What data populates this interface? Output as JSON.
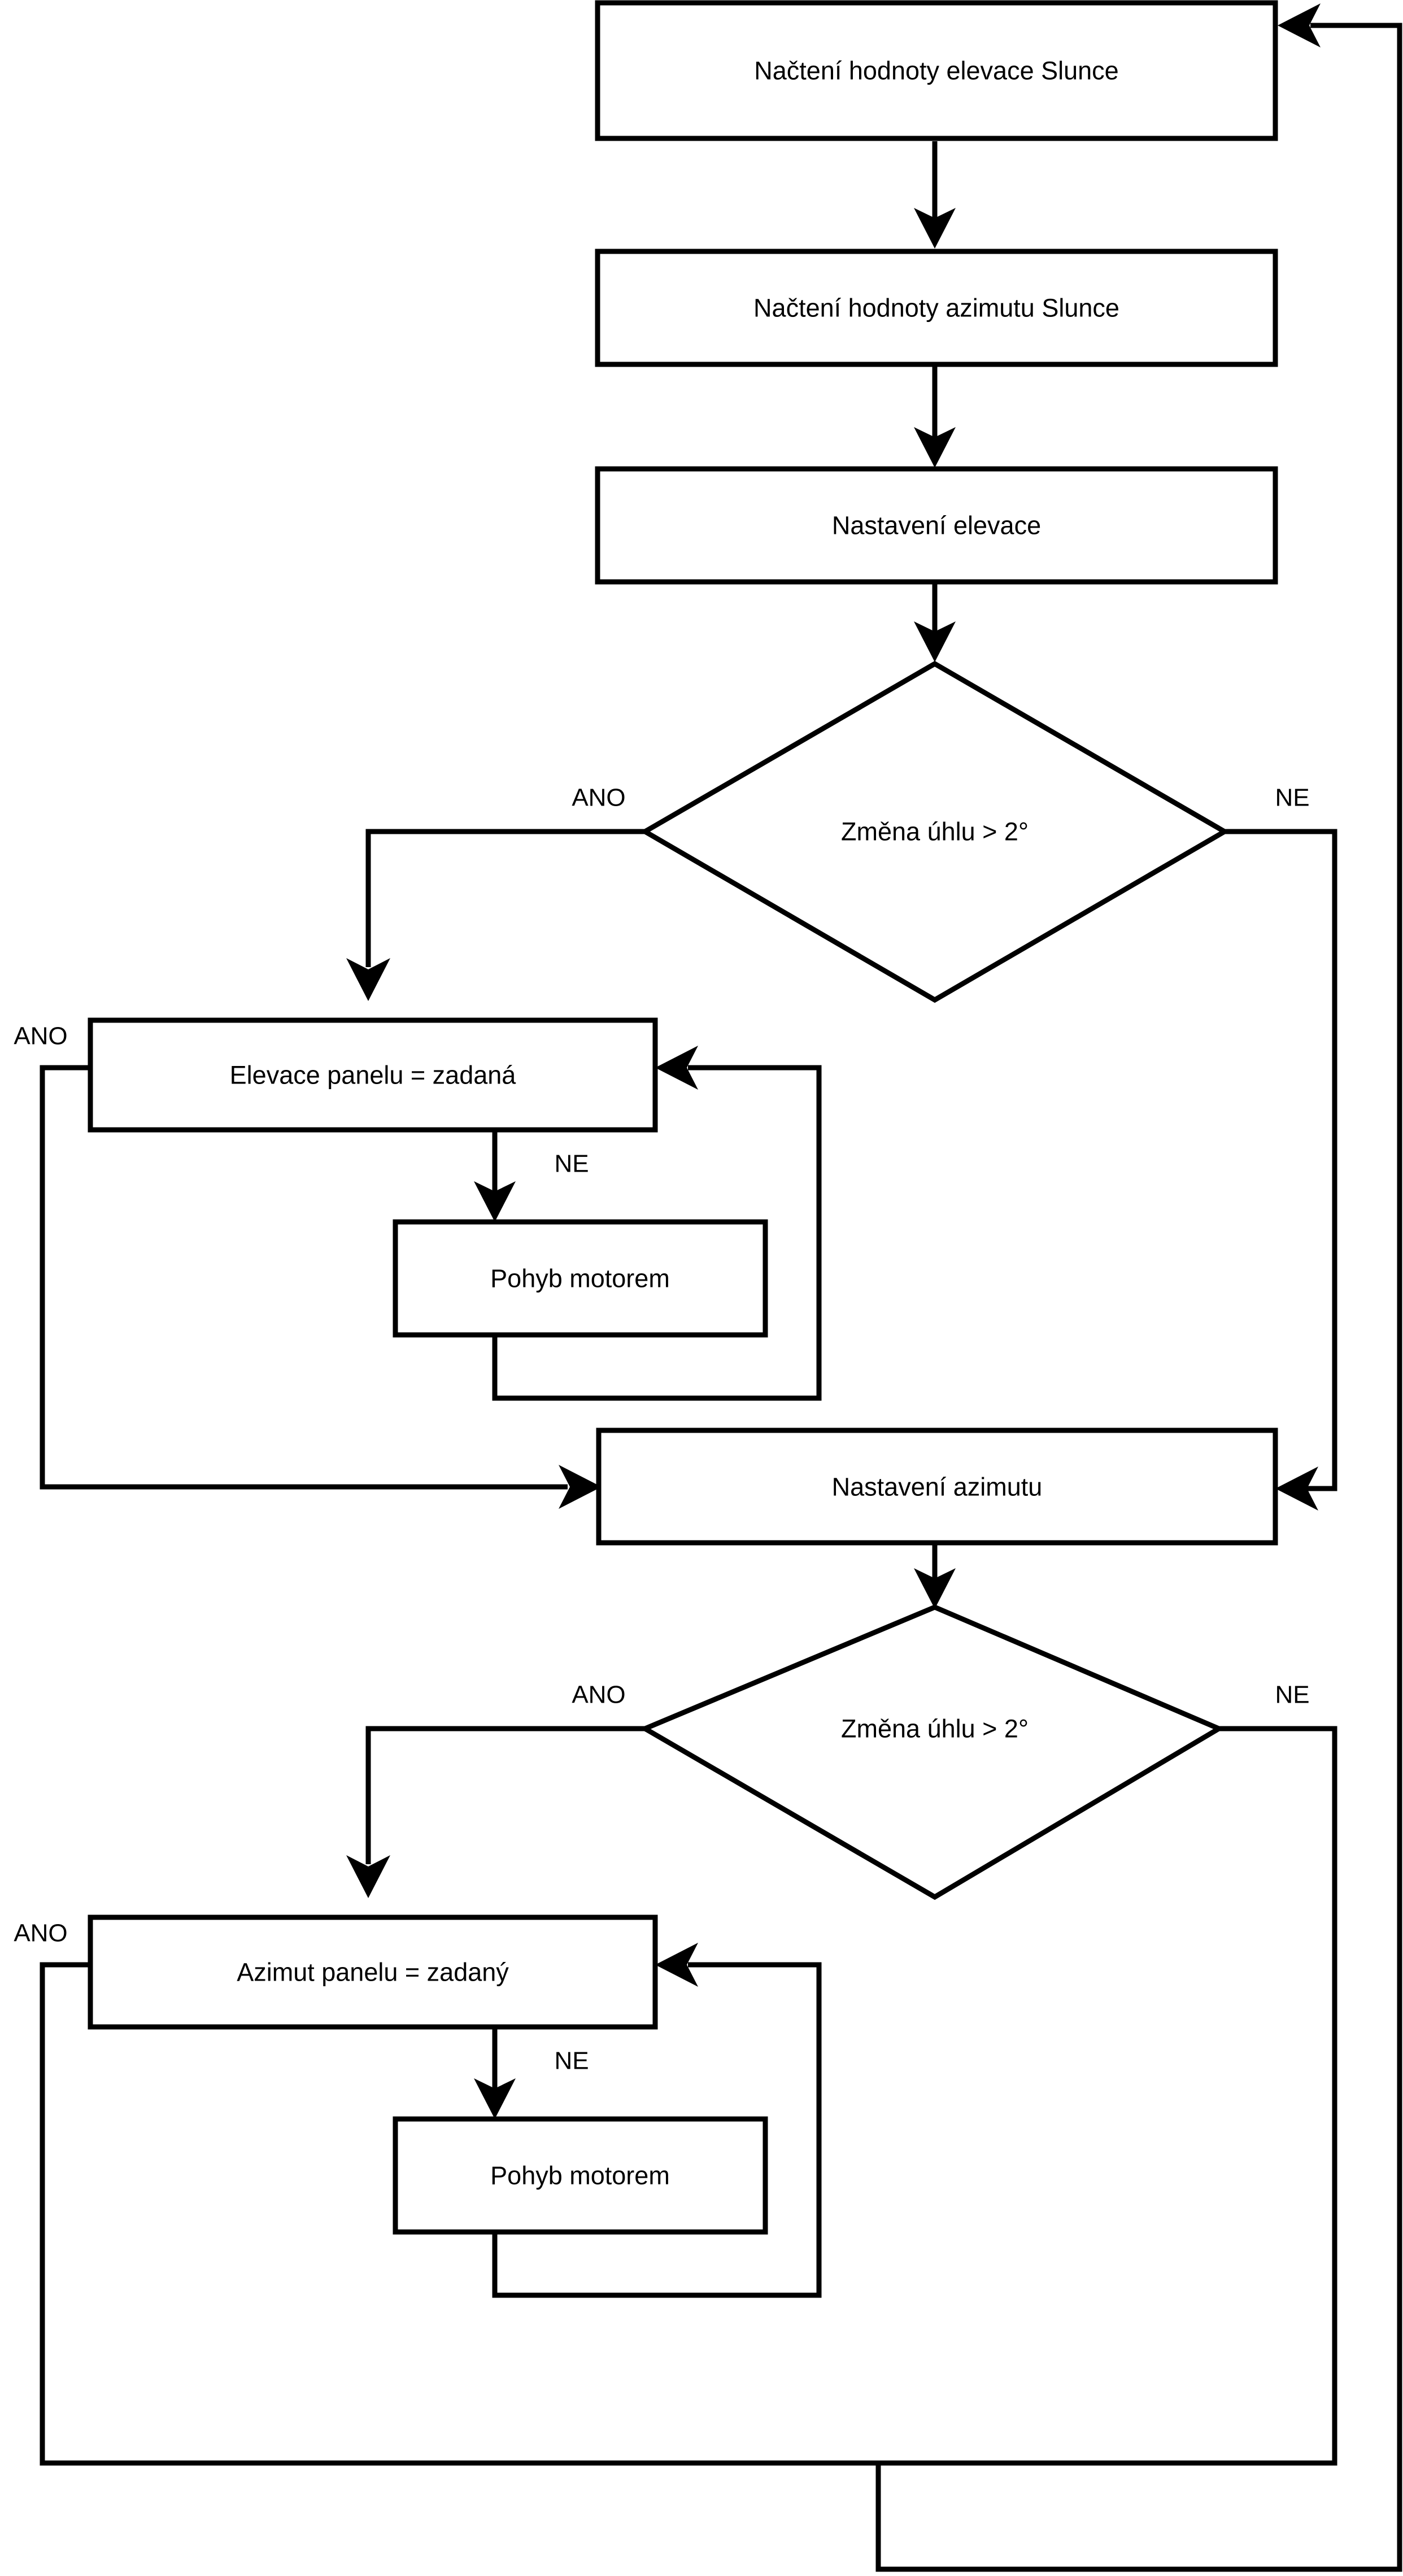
{
  "diagram": {
    "title": "Solar tracker control flowchart",
    "language": "cs",
    "colors": {
      "background": "#ffffff",
      "stroke": "#000000",
      "node_fill": "#ffffff",
      "text": "#000000"
    },
    "nodes": {
      "read_elevation": {
        "label": "Načtení hodnoty elevace Slunce",
        "shape": "process"
      },
      "read_azimuth": {
        "label": "Načtení hodnoty azimutu Slunce",
        "shape": "process"
      },
      "set_elevation": {
        "label": "Nastavení elevace",
        "shape": "process"
      },
      "decision_elev": {
        "label": "Změna úhlu > 2°",
        "shape": "decision"
      },
      "panel_elev_eq": {
        "label": "Elevace panelu = zadaná",
        "shape": "process"
      },
      "motor_move_1": {
        "label": "Pohyb motorem",
        "shape": "process"
      },
      "set_azimuth": {
        "label": "Nastavení azimutu",
        "shape": "process"
      },
      "decision_azim": {
        "label": "Změna úhlu > 2°",
        "shape": "decision"
      },
      "panel_azim_eq": {
        "label": "Azimut panelu = zadaný",
        "shape": "process"
      },
      "motor_move_2": {
        "label": "Pohyb motorem",
        "shape": "process"
      }
    },
    "edge_labels": {
      "dec1_yes": "ANO",
      "dec1_no": "NE",
      "elev_yes": "ANO",
      "elev_no": "NE",
      "dec2_yes": "ANO",
      "dec2_no": "NE",
      "azim_yes": "ANO",
      "azim_no": "NE"
    }
  }
}
